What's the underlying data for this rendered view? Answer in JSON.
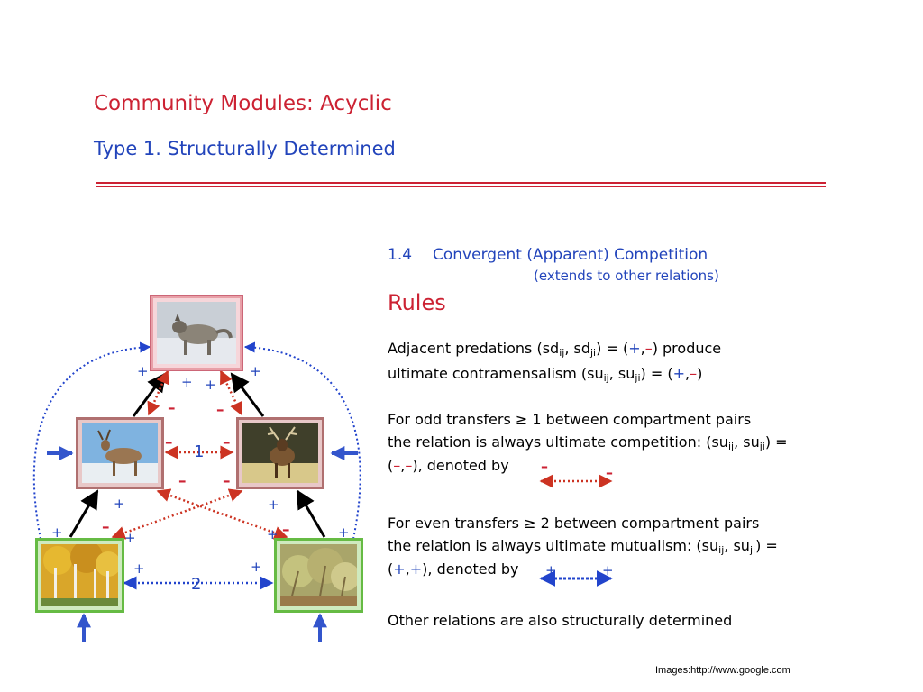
{
  "header": {
    "title": "Community Modules: Acyclic",
    "subtitle": "Type 1. Structurally Determined"
  },
  "section": {
    "number": "1.4",
    "title": "Convergent (Apparent) Competition",
    "note": "(extends to other relations)"
  },
  "rules": {
    "heading": "Rules",
    "adjacent": {
      "l1_a": "Adjacent predations (sd",
      "l1_s1": "ij",
      "l1_b": ", sd",
      "l1_s2": "ji",
      "l1_c": ") = (",
      "l1_plus": "+",
      "l1_comma": ",",
      "l1_minus": "–",
      "l1_d": ") produce",
      "l2_a": "ultimate contramensalism (su",
      "l2_s1": "ij",
      "l2_b": ", su",
      "l2_s2": "ji",
      "l2_c": ") = (",
      "l2_plus": "+",
      "l2_comma": ",",
      "l2_minus": "–",
      "l2_d": ")"
    },
    "odd": {
      "l1": "For odd transfers ≥ 1 between compartment pairs",
      "l2_a": "the relation is always ultimate competition: (su",
      "l2_s1": "ij",
      "l2_b": ", su",
      "l2_s2": "ji",
      "l2_c": ") =",
      "l3_a": "(",
      "l3_m1": "–",
      "l3_comma": ",",
      "l3_m2": "–",
      "l3_b": "), denoted by",
      "sym_left": "–",
      "sym_right": "–"
    },
    "even": {
      "l1": "For even transfers ≥ 2 between compartment pairs",
      "l2_a": "the relation is always ultimate mutualism: (su",
      "l2_s1": "ij",
      "l2_b": ", su",
      "l2_s2": "ji",
      "l2_c": ") =",
      "l3_a": "(",
      "l3_p1": "+",
      "l3_comma": ",",
      "l3_p2": "+",
      "l3_b": "), denoted by",
      "sym_left": "+",
      "sym_right": "+"
    },
    "other": "Other relations are also structurally determined"
  },
  "diagram": {
    "labels": {
      "plus": "+",
      "minus": "–",
      "pair1": "1",
      "pair2": "2"
    },
    "nodes": [
      "wolf",
      "deer",
      "elk",
      "aspen-trees",
      "shrubs"
    ]
  },
  "credit": "Images:http://www.google.com",
  "colors": {
    "title_red": "#cc2233",
    "heading_blue": "#2244bb",
    "competition_red": "#cc3322",
    "mutualism_blue": "#2244cc"
  }
}
